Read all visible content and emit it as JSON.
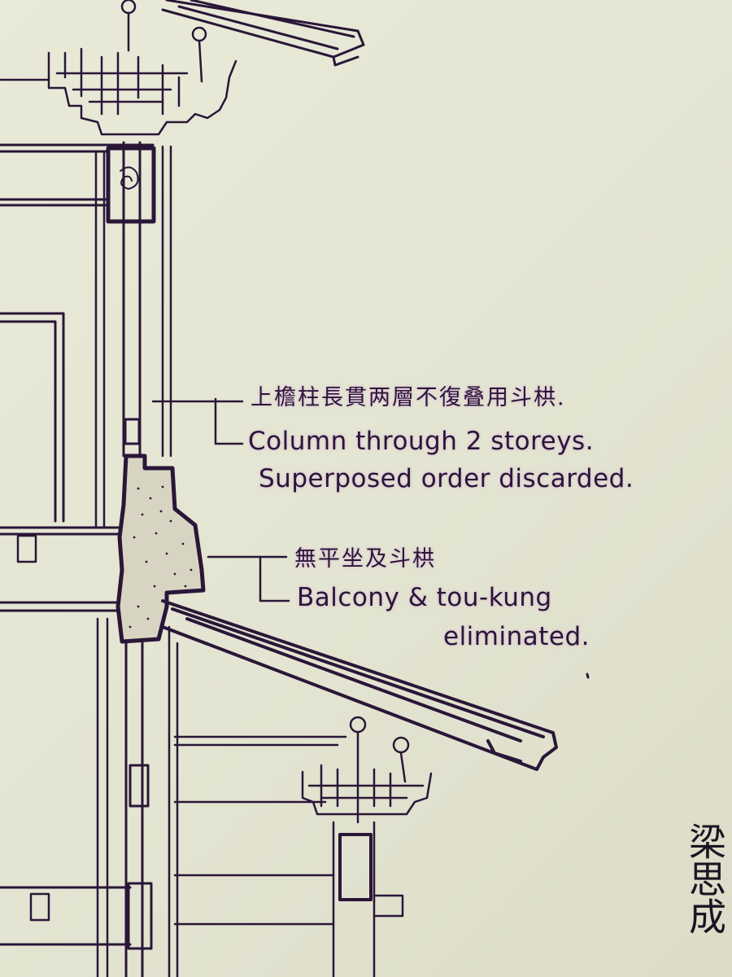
{
  "annotations": {
    "column": {
      "zh": "上檐柱長貫两層不復叠用斗栱.",
      "en_line1": "Column through 2 storeys.",
      "en_line2": "Superposed order discarded."
    },
    "balcony": {
      "zh": "無平坐及斗栱",
      "en_line1": "Balcony & tou-kung",
      "en_line2": "eliminated."
    }
  },
  "signature": "梁思成",
  "colors": {
    "paper": "#e6e6d4",
    "ink": "#2a1638",
    "glow": "#d478e6"
  }
}
